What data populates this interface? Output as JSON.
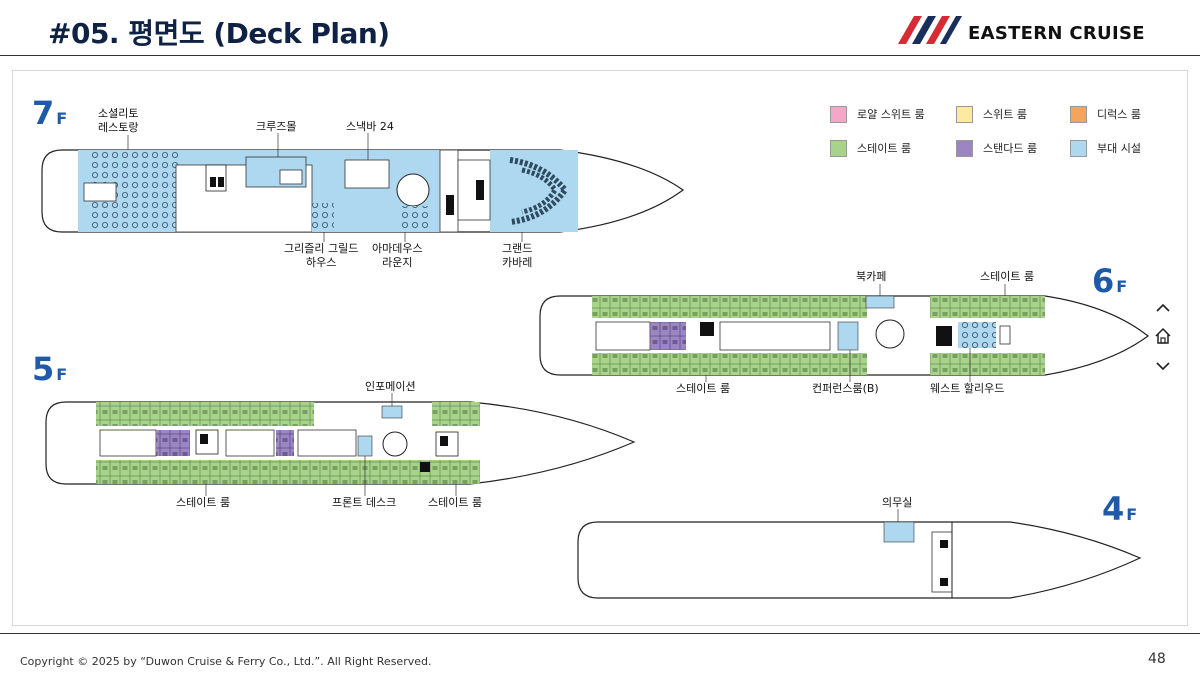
{
  "header": {
    "title": "#05. 평면도 (Deck Plan)",
    "brand": "EASTERN CRUISE"
  },
  "colors": {
    "royal_suite": "#f4a7c9",
    "suite": "#fde9a0",
    "deluxe": "#f6a35c",
    "stateroom": "#a8d38a",
    "standard": "#9b86c2",
    "facility": "#aed8f0",
    "title": "#0f2244",
    "floor_label": "#1e5aa8",
    "logo_red": "#d62b34",
    "logo_navy": "#1a2e5c"
  },
  "legend": [
    {
      "label": "로얄 스위트 룸",
      "color_key": "royal_suite"
    },
    {
      "label": "스위트 룸",
      "color_key": "suite"
    },
    {
      "label": "디럭스 룸",
      "color_key": "deluxe"
    },
    {
      "label": "스테이트 룸",
      "color_key": "stateroom"
    },
    {
      "label": "스탠다드 룸",
      "color_key": "standard"
    },
    {
      "label": "부대 시설",
      "color_key": "facility"
    }
  ],
  "decks": {
    "deck7": {
      "floor": {
        "num": "7",
        "unit": "F"
      },
      "labels": {
        "social_1": "소셜리토",
        "social_2": "레스토랑",
        "cruise_mall": "크루즈몰",
        "snack_bar": "스낵바 24",
        "grill_1": "그리즐리 그릴드",
        "grill_2": "하우스",
        "amadeus_1": "아마데우스",
        "amadeus_2": "라운지",
        "grand_1": "그랜드",
        "grand_2": "카바레"
      }
    },
    "deck6": {
      "floor": {
        "num": "6",
        "unit": "F"
      },
      "labels": {
        "book_cafe": "북카페",
        "stateroom_top": "스테이트 룸",
        "stateroom_bottom": "스테이트 룸",
        "conference": "컨퍼런스룸(B)",
        "west_hollywood": "웨스트 할리우드"
      }
    },
    "deck5": {
      "floor": {
        "num": "5",
        "unit": "F"
      },
      "labels": {
        "information": "인포메이션",
        "stateroom_left": "스테이트 룸",
        "front_desk": "프론트 데스크",
        "stateroom_right": "스테이트 룸"
      }
    },
    "deck4": {
      "floor": {
        "num": "4",
        "unit": "F"
      },
      "labels": {
        "infirmary": "의무실"
      }
    }
  },
  "navigation": {
    "up_icon": "chevron-up-icon",
    "home_icon": "home-icon",
    "down_icon": "chevron-down-icon"
  },
  "footer": {
    "copyright": "Copyright © 2025 by “Duwon Cruise & Ferry Co., Ltd.”. All Right Reserved.",
    "page_number": "48"
  }
}
